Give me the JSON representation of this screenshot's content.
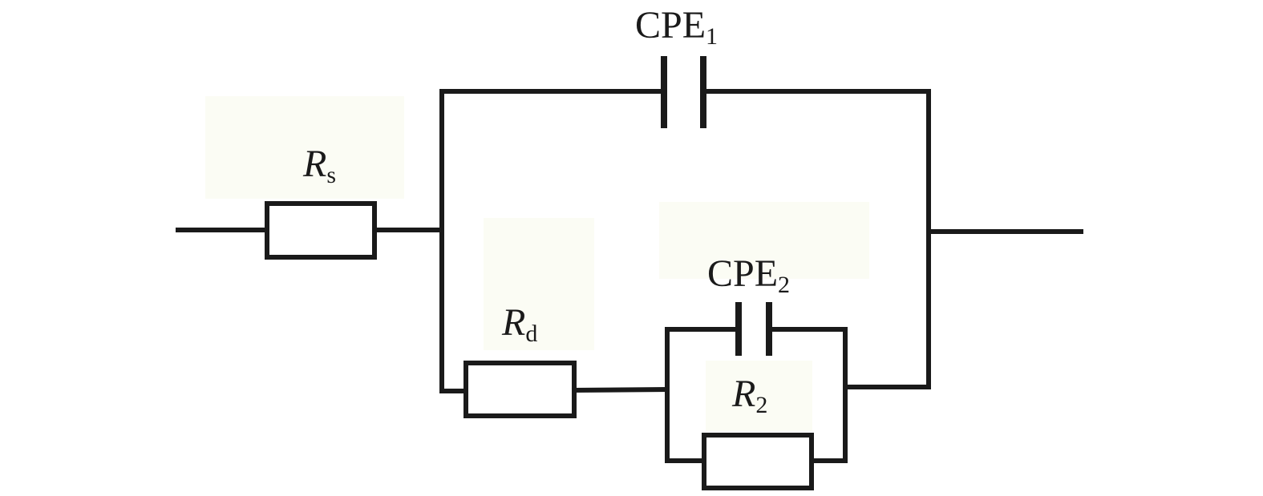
{
  "components": {
    "cpe1": {
      "main": "CPE",
      "sub": "1"
    },
    "rs": {
      "main": "R",
      "sub": "s"
    },
    "rd": {
      "main": "R",
      "sub": "d"
    },
    "cpe2": {
      "main": "CPE",
      "sub": "2"
    },
    "r2": {
      "main": "R",
      "sub": "2"
    }
  }
}
